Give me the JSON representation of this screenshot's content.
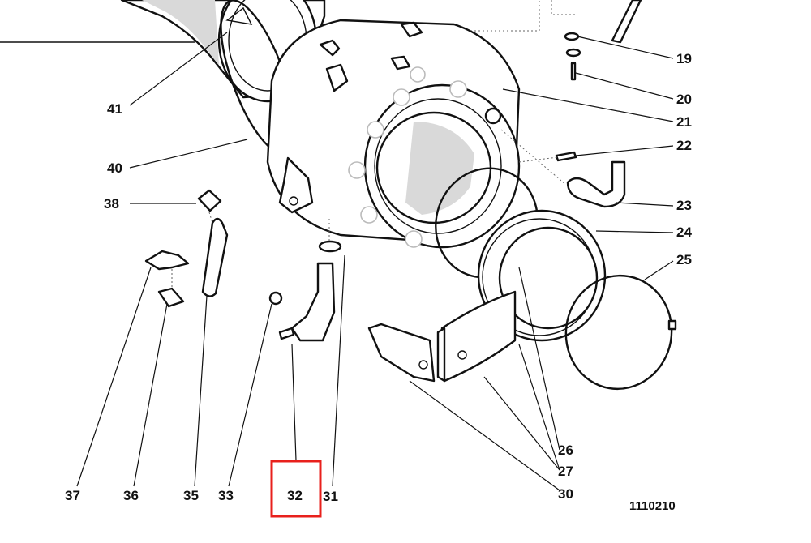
{
  "diagram": {
    "document_number": "1110210",
    "highlighted_callout": "32",
    "highlight_color": "#e8201c",
    "callouts": [
      "19",
      "20",
      "21",
      "22",
      "23",
      "24",
      "25",
      "26",
      "27",
      "30",
      "31",
      "32",
      "33",
      "35",
      "36",
      "37",
      "38",
      "40",
      "41"
    ]
  }
}
